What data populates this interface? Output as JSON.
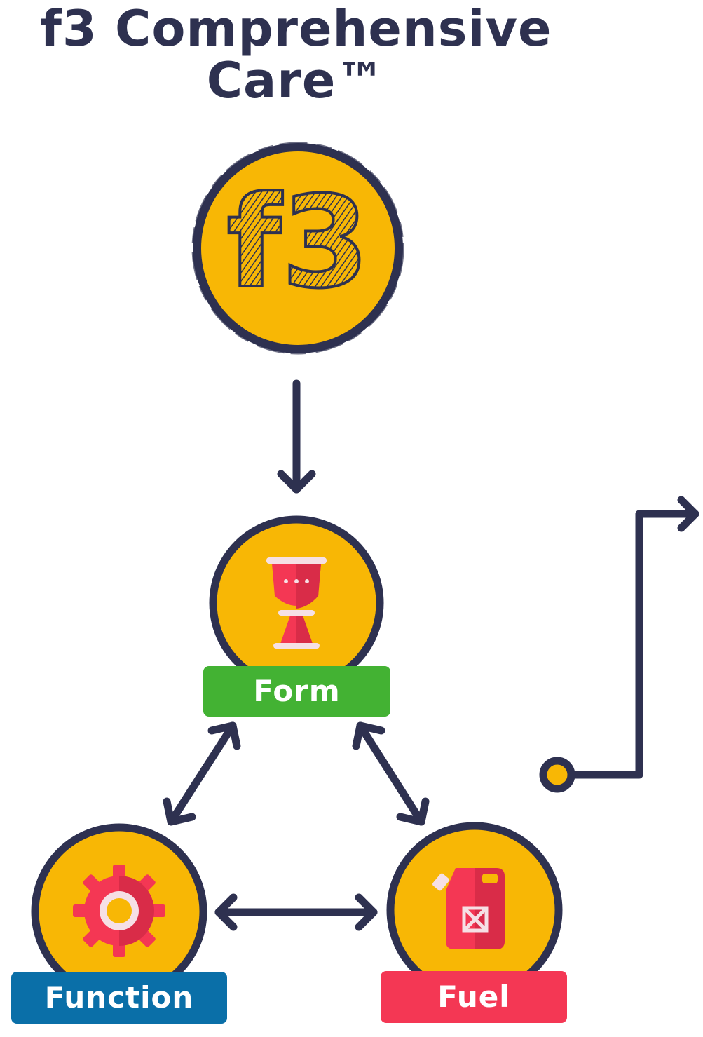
{
  "title": {
    "line1": "f3 Comprehensive",
    "line2": "Care™"
  },
  "logo": {
    "text": "f3"
  },
  "nodes": [
    {
      "id": "form",
      "label": "Form",
      "icon": "chalice-icon",
      "label_color": "#43b233"
    },
    {
      "id": "function",
      "label": "Function",
      "icon": "gear-icon",
      "label_color": "#0a6fa8"
    },
    {
      "id": "fuel",
      "label": "Fuel",
      "icon": "fuel-can-icon",
      "label_color": "#f43754"
    }
  ],
  "colors": {
    "circle_fill": "#f8b705",
    "outline": "#2e3150",
    "icon_red": "#f43754",
    "icon_dark_red": "#d92c48",
    "background": "#ffffff"
  }
}
